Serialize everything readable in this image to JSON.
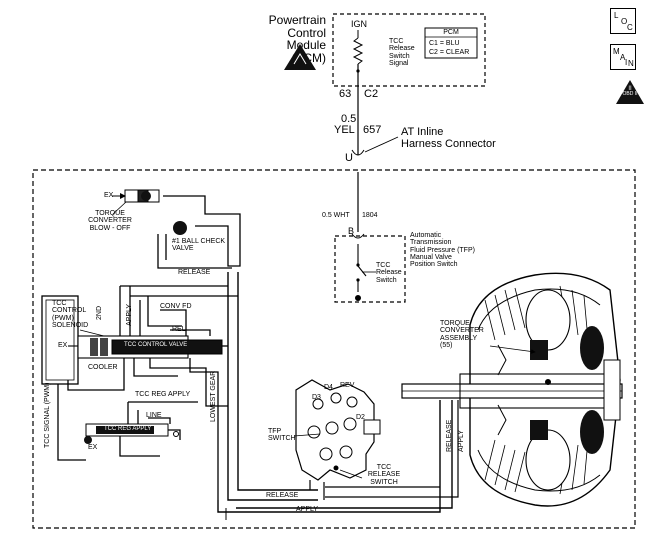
{
  "pcm": {
    "title_lines": [
      "Powertrain",
      "Control",
      "Module",
      "(PCM)"
    ],
    "ign": "IGN",
    "switch_label_lines": [
      "TCC",
      "Release",
      "Switch",
      "Signal"
    ],
    "legend_title": "PCM",
    "legend_c1": "C1 = BLU",
    "legend_c2": "C2 = CLEAR",
    "pin": "63",
    "connector": "C2"
  },
  "wire": {
    "gauge": "0.5",
    "color": "YEL",
    "circuit": "657",
    "gauge2": "0.5 WHT",
    "circuit2": "1804"
  },
  "inline": {
    "label_lines": [
      "AT Inline",
      "Harness Connector"
    ],
    "pin_u": "U",
    "pin_b": "B"
  },
  "tfp": {
    "label_lines": [
      "Automatic",
      "Transmission",
      "Fluid Pressure (TFP)",
      "Manual Valve",
      "Position Switch"
    ],
    "switch_lines": [
      "TCC",
      "Release",
      "Switch"
    ],
    "switch_name_lines": [
      "TFP",
      "SWITCH"
    ],
    "release_switch_lines": [
      "TCC",
      "RELEASE",
      "SWITCH"
    ]
  },
  "hydraulic": {
    "ex": "EX",
    "blowoff_lines": [
      "TORQUE",
      "CONVERTER",
      "BLOW - OFF"
    ],
    "check_valve_lines": [
      "#1 BALL CHECK",
      "VALVE"
    ],
    "release": "RELEASE",
    "apply": "APPLY",
    "tcc_control_lines": [
      "TCC",
      "CONTROL",
      "(PWM)",
      "SOLENOID"
    ],
    "second": "2ND",
    "ex2": "EX",
    "conv_fd": "CONV FD",
    "rel": "REL",
    "tcc_control_valve": "TCC CONTROL VALVE",
    "cooler": "COOLER",
    "tcc_signal": "TCC SIGNAL (PWM)",
    "reg_apply": "TCC REG APPLY",
    "line": "LINE",
    "reg_apply_valve": "TCC REG APPLY",
    "lowest_gear": "LOWEST GEAR",
    "ex3": "EX",
    "rev": "REV",
    "d4": "D4",
    "d3": "D3",
    "d2": "D2"
  },
  "converter": {
    "label_lines": [
      "TORQUE",
      "CONVERTER",
      "ASSEMBLY",
      "(55)"
    ]
  },
  "side_icons": {
    "loc_l": "L",
    "loc_o": "O",
    "loc_c": "C",
    "main_m": "M",
    "main_a": "A",
    "main_i": "I",
    "main_n": "N",
    "esd_roman": "II",
    "esd_sub": "OBD II"
  }
}
